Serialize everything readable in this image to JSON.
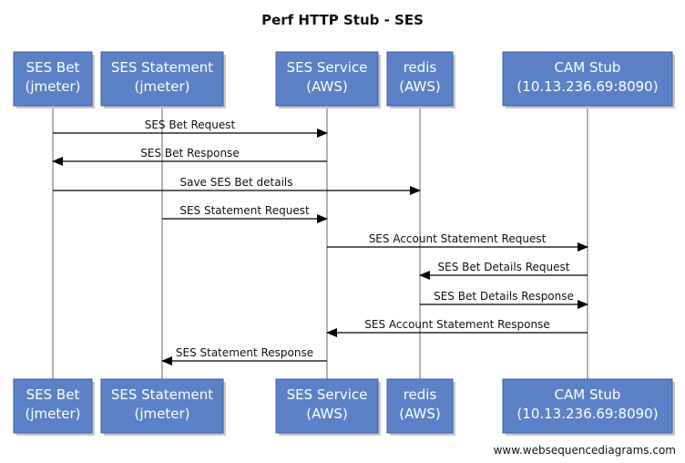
{
  "title": "Perf HTTP Stub - SES",
  "colors": {
    "box_fill": "#5b82c6",
    "box_stroke": "#3d5f9e",
    "box_text": "#ffffff",
    "lifeline": "#9a9a9a",
    "arrow": "#000000",
    "shadow": "#c8c8c8"
  },
  "participants": [
    {
      "id": "ses-bet",
      "line1": "SES Bet",
      "line2": "(jmeter)"
    },
    {
      "id": "ses-statement",
      "line1": "SES Statement",
      "line2": "(jmeter)"
    },
    {
      "id": "ses-service",
      "line1": "SES Service",
      "line2": "(AWS)"
    },
    {
      "id": "redis",
      "line1": "redis",
      "line2": "(AWS)"
    },
    {
      "id": "cam-stub",
      "line1": "CAM Stub",
      "line2": "(10.13.236.69:8090)"
    }
  ],
  "messages": [
    {
      "from": "ses-bet",
      "to": "ses-service",
      "label": "SES Bet Request"
    },
    {
      "from": "ses-service",
      "to": "ses-bet",
      "label": "SES Bet Response"
    },
    {
      "from": "ses-bet",
      "to": "redis",
      "label": "Save SES Bet details"
    },
    {
      "from": "ses-statement",
      "to": "ses-service",
      "label": "SES Statement Request"
    },
    {
      "from": "ses-service",
      "to": "cam-stub",
      "label": "SES Account Statement Request"
    },
    {
      "from": "cam-stub",
      "to": "redis",
      "label": "SES Bet Details Request"
    },
    {
      "from": "redis",
      "to": "cam-stub",
      "label": "SES Bet Details Response"
    },
    {
      "from": "cam-stub",
      "to": "ses-service",
      "label": "SES Account Statement Response"
    },
    {
      "from": "ses-service",
      "to": "ses-statement",
      "label": "SES Statement Response"
    }
  ],
  "watermark": "www.websequencediagrams.com"
}
